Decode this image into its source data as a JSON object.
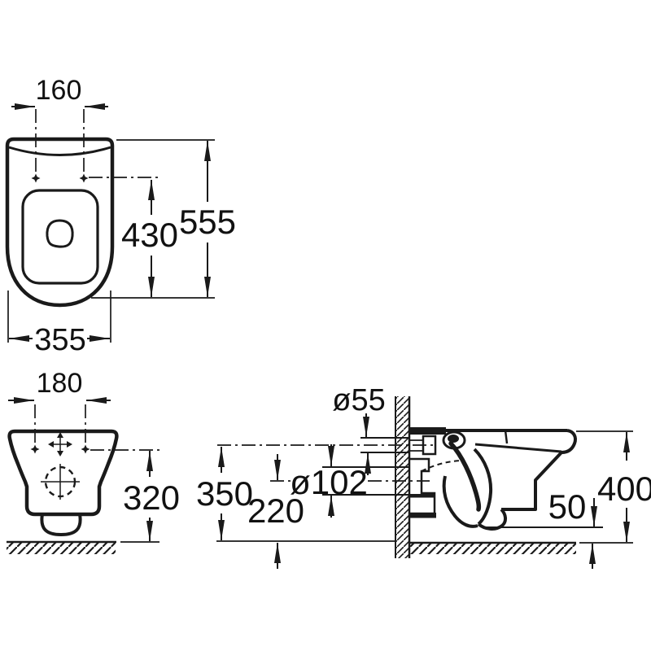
{
  "page": {
    "background": "#ffffff",
    "line_color": "#1a1a1a",
    "text_color": "#111111"
  },
  "drawing": {
    "views": {
      "top": {
        "dimensions": {
          "hole_spacing": "160",
          "holes_to_front": "430",
          "depth": "555",
          "width": "355"
        }
      },
      "front": {
        "dimensions": {
          "hole_spacing": "180",
          "hole_height": "320"
        }
      },
      "side": {
        "dimensions": {
          "inlet_diameter": "ø55",
          "outlet_diameter": "ø102",
          "inlet_axis_height": "350",
          "outlet_axis_height": "220",
          "rim_height": "400",
          "clearance": "50"
        }
      }
    }
  }
}
